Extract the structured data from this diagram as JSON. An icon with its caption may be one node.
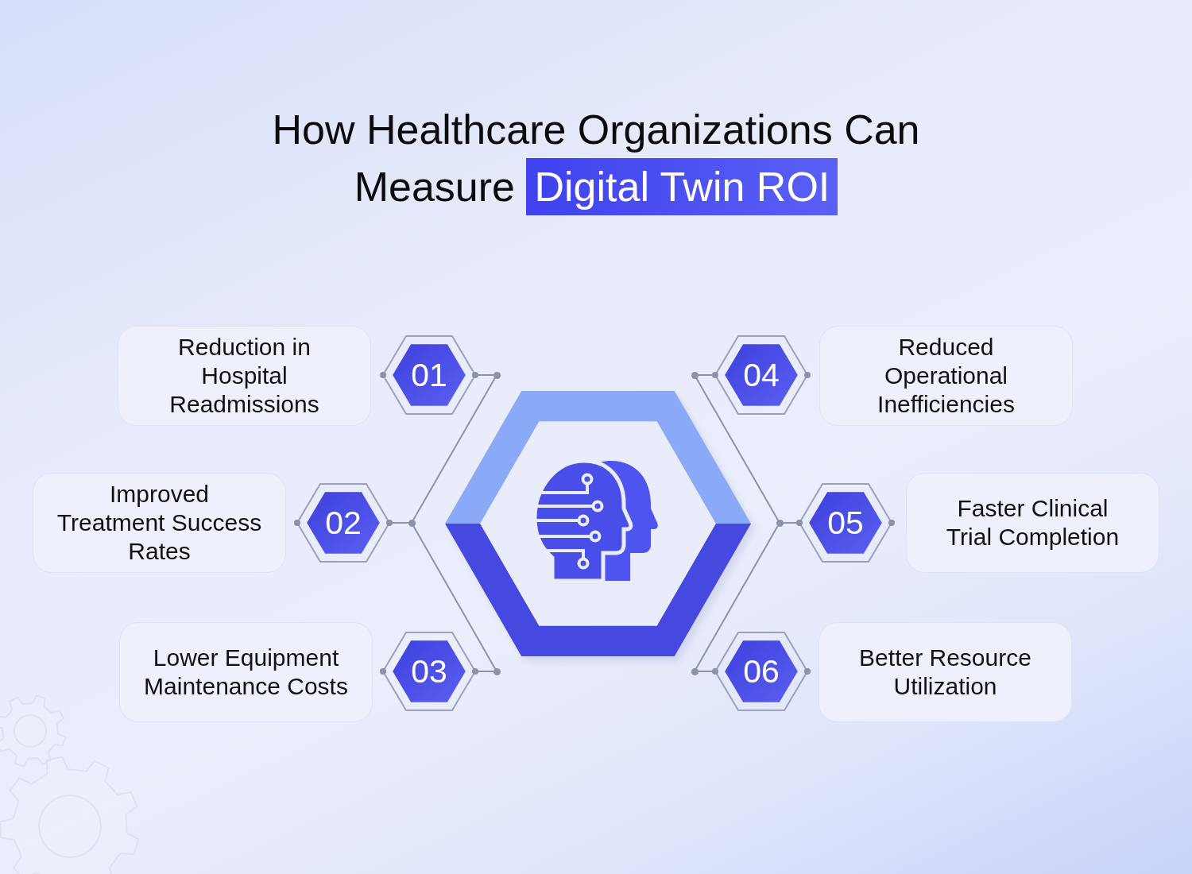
{
  "diagram": {
    "title": "How Healthcare Organizations Can Measure **Digital Twin ROI**",
    "nodes": [
      {
        "text": [
          "Reduction in Hospital Readmissions"
        ]
      },
      {
        "text": [
          "01"
        ]
      },
      {
        "text": [
          "04"
        ]
      },
      {
        "text": [
          "Reduced Operational Inefficiencies"
        ]
      },
      {
        "text": [
          "Improved Treatment Success Rates"
        ]
      },
      {
        "text": [
          "02"
        ]
      },
      {
        "text": [],
        "shape": "hexagon"
      },
      {
        "text": [
          "05"
        ]
      },
      {
        "text": [
          "Faster Clinical Trial Completion"
        ]
      },
      {
        "text": [
          "Lower Equipment Maintenance Costs"
        ]
      },
      {
        "text": [
          "03"
        ]
      },
      {
        "text": [
          "06"
        ]
      },
      {
        "text": [
          "Better Resource Utilization"
        ]
      }
    ],
    "edges": [
      {
        "from": 1,
        "to": 5,
        "arrow": "none"
      },
      {
        "from": 10,
        "to": 5,
        "arrow": "none"
      },
      {
        "from": 2,
        "to": 7,
        "arrow": "none"
      },
      {
        "from": 11,
        "to": 7,
        "arrow": "none"
      }
    ]
  }
}
